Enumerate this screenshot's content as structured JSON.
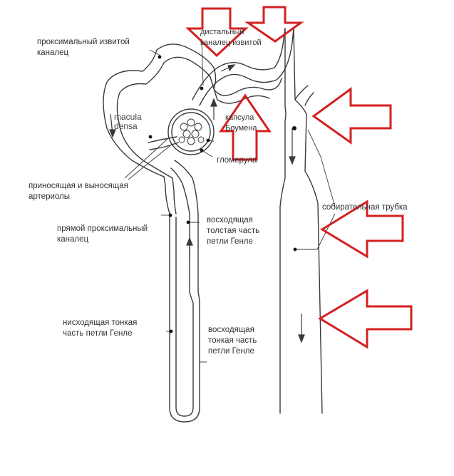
{
  "labels": {
    "proximal_convoluted_1": "проксимальный извитой",
    "proximal_convoluted_2": "каналец",
    "distal_convoluted_1": "дистальный",
    "distal_convoluted_2": "каналец извитой",
    "macula_1": "macula",
    "macula_2": "densa",
    "capsule_1": "капсула",
    "capsule_2": "Боумена",
    "glomerulus": "гломерула",
    "arterioles_1": "приносящая и выносящая",
    "arterioles_2": "артериолы",
    "collecting_duct": "собирательная трубка",
    "straight_proximal_1": "прямой проксимальный",
    "straight_proximal_2": "каналец",
    "thick_ascending_1": "восходящая",
    "thick_ascending_2": "толстая часть",
    "thick_ascending_3": "петли Генле",
    "thin_descending_1": "нисходящая тонкая",
    "thin_descending_2": "часть петли  Генле",
    "thin_ascending_1": "восходящая",
    "thin_ascending_2": "тонкая часть",
    "thin_ascending_3": "петли Генле"
  },
  "colors": {
    "line": "#3a3a3a",
    "highlight_arrow": "#d42020",
    "background": "#ffffff"
  },
  "arrows": [
    {
      "name": "red-arrow-down-1",
      "direction": "down"
    },
    {
      "name": "red-arrow-down-2",
      "direction": "down"
    },
    {
      "name": "red-arrow-up",
      "direction": "up"
    },
    {
      "name": "red-arrow-left-1",
      "direction": "left"
    },
    {
      "name": "red-arrow-left-2",
      "direction": "left"
    },
    {
      "name": "red-arrow-left-3",
      "direction": "left"
    }
  ]
}
